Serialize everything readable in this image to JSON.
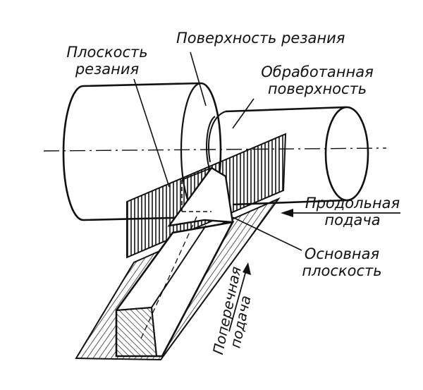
{
  "labels": {
    "cutting_plane": [
      "Плоскость",
      "резания"
    ],
    "cutting_surface": "Поверхность резания",
    "machined_surface": [
      "Обработанная",
      "поверхность"
    ],
    "longitudinal_feed": [
      "Продольная",
      "подача"
    ],
    "base_plane": [
      "Основная",
      "плоскость"
    ],
    "cross_feed": [
      "Поперечная",
      "подача"
    ]
  },
  "colors": {
    "ink": "#111111",
    "paper": "#ffffff"
  }
}
